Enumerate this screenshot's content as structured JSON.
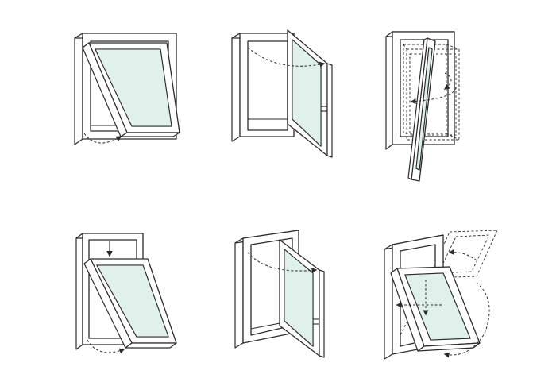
{
  "colors": {
    "stroke": "#2b2b2b",
    "glass": "#dff1ea",
    "background": "#ffffff"
  },
  "windows": [
    {
      "id": "top-hung"
    },
    {
      "id": "side-hung-door"
    },
    {
      "id": "pivot-vertical"
    },
    {
      "id": "top-hung-sliding"
    },
    {
      "id": "side-hung-inward"
    },
    {
      "id": "tilt-turn"
    }
  ]
}
